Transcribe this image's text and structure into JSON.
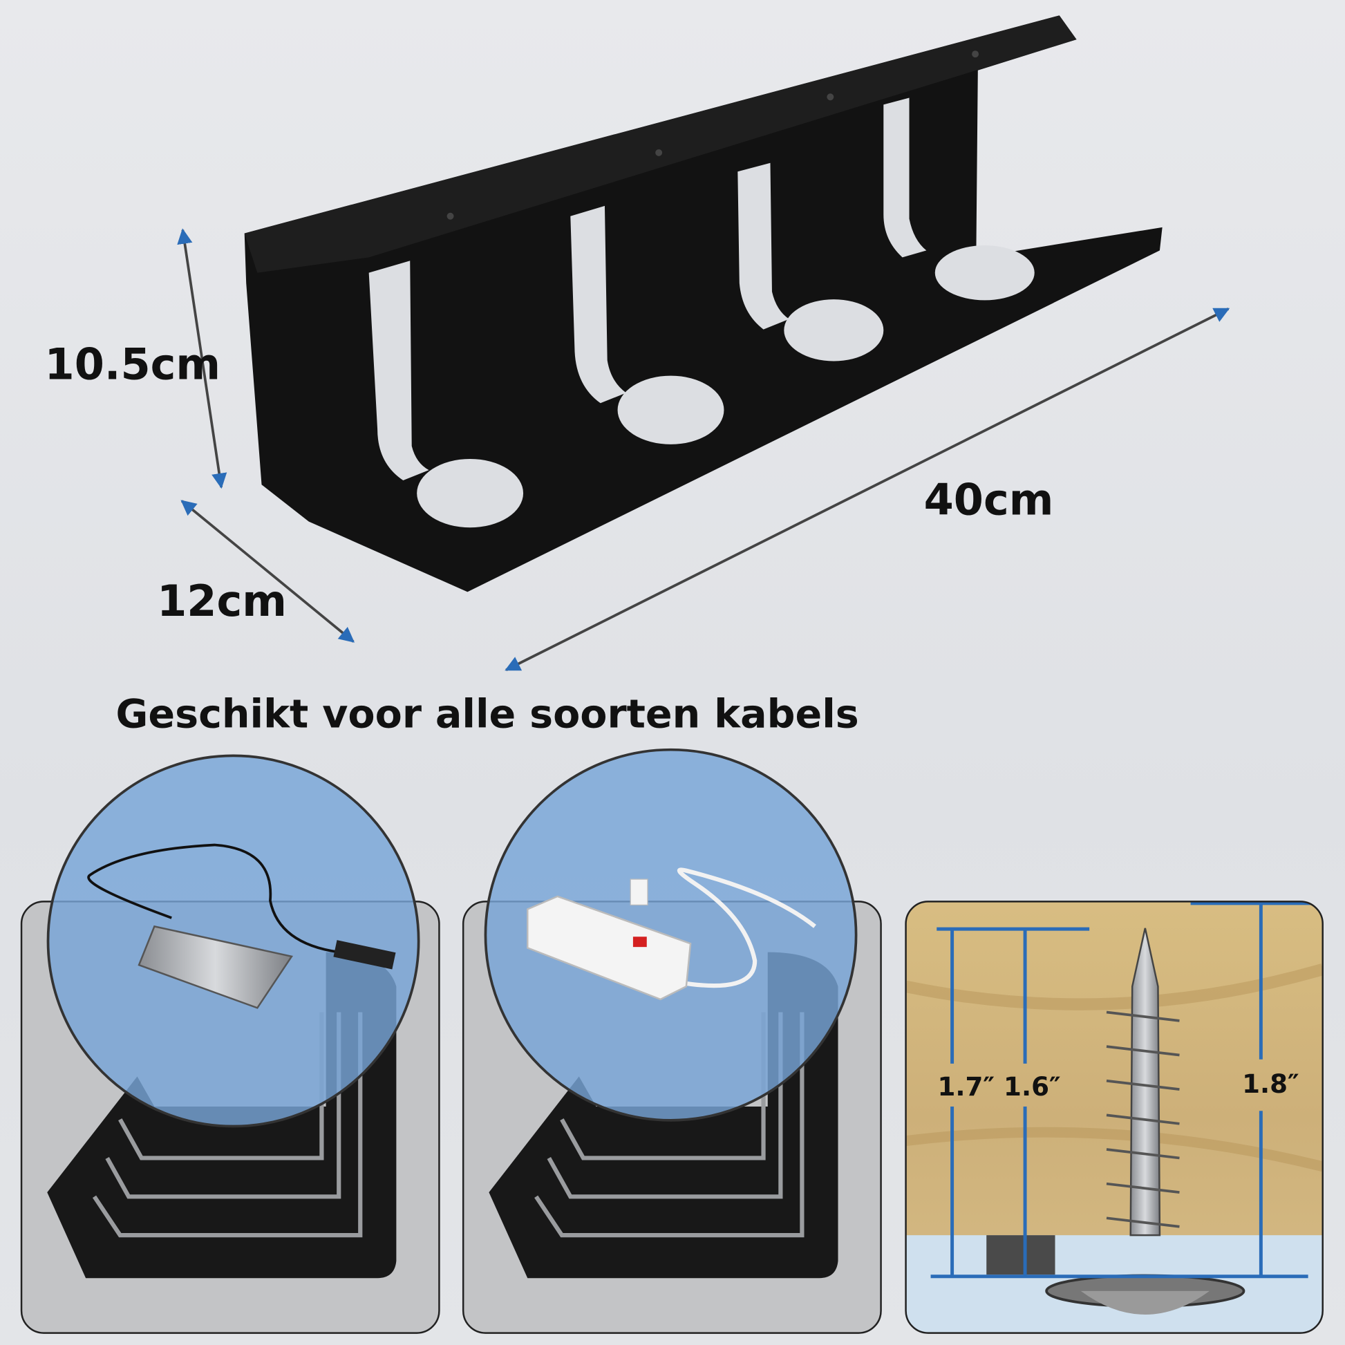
{
  "dimensions": {
    "height": "10.5cm",
    "depth": "12cm",
    "length": "40cm"
  },
  "headline": "Geschikt voor alle soorten kabels",
  "screw_panel": {
    "labels": [
      "1.7″",
      "1.6″",
      "1.8″"
    ]
  },
  "colors": {
    "accent_blue": "#2a6cb8",
    "bracket": "#121212",
    "wood": "#d2b77c"
  }
}
